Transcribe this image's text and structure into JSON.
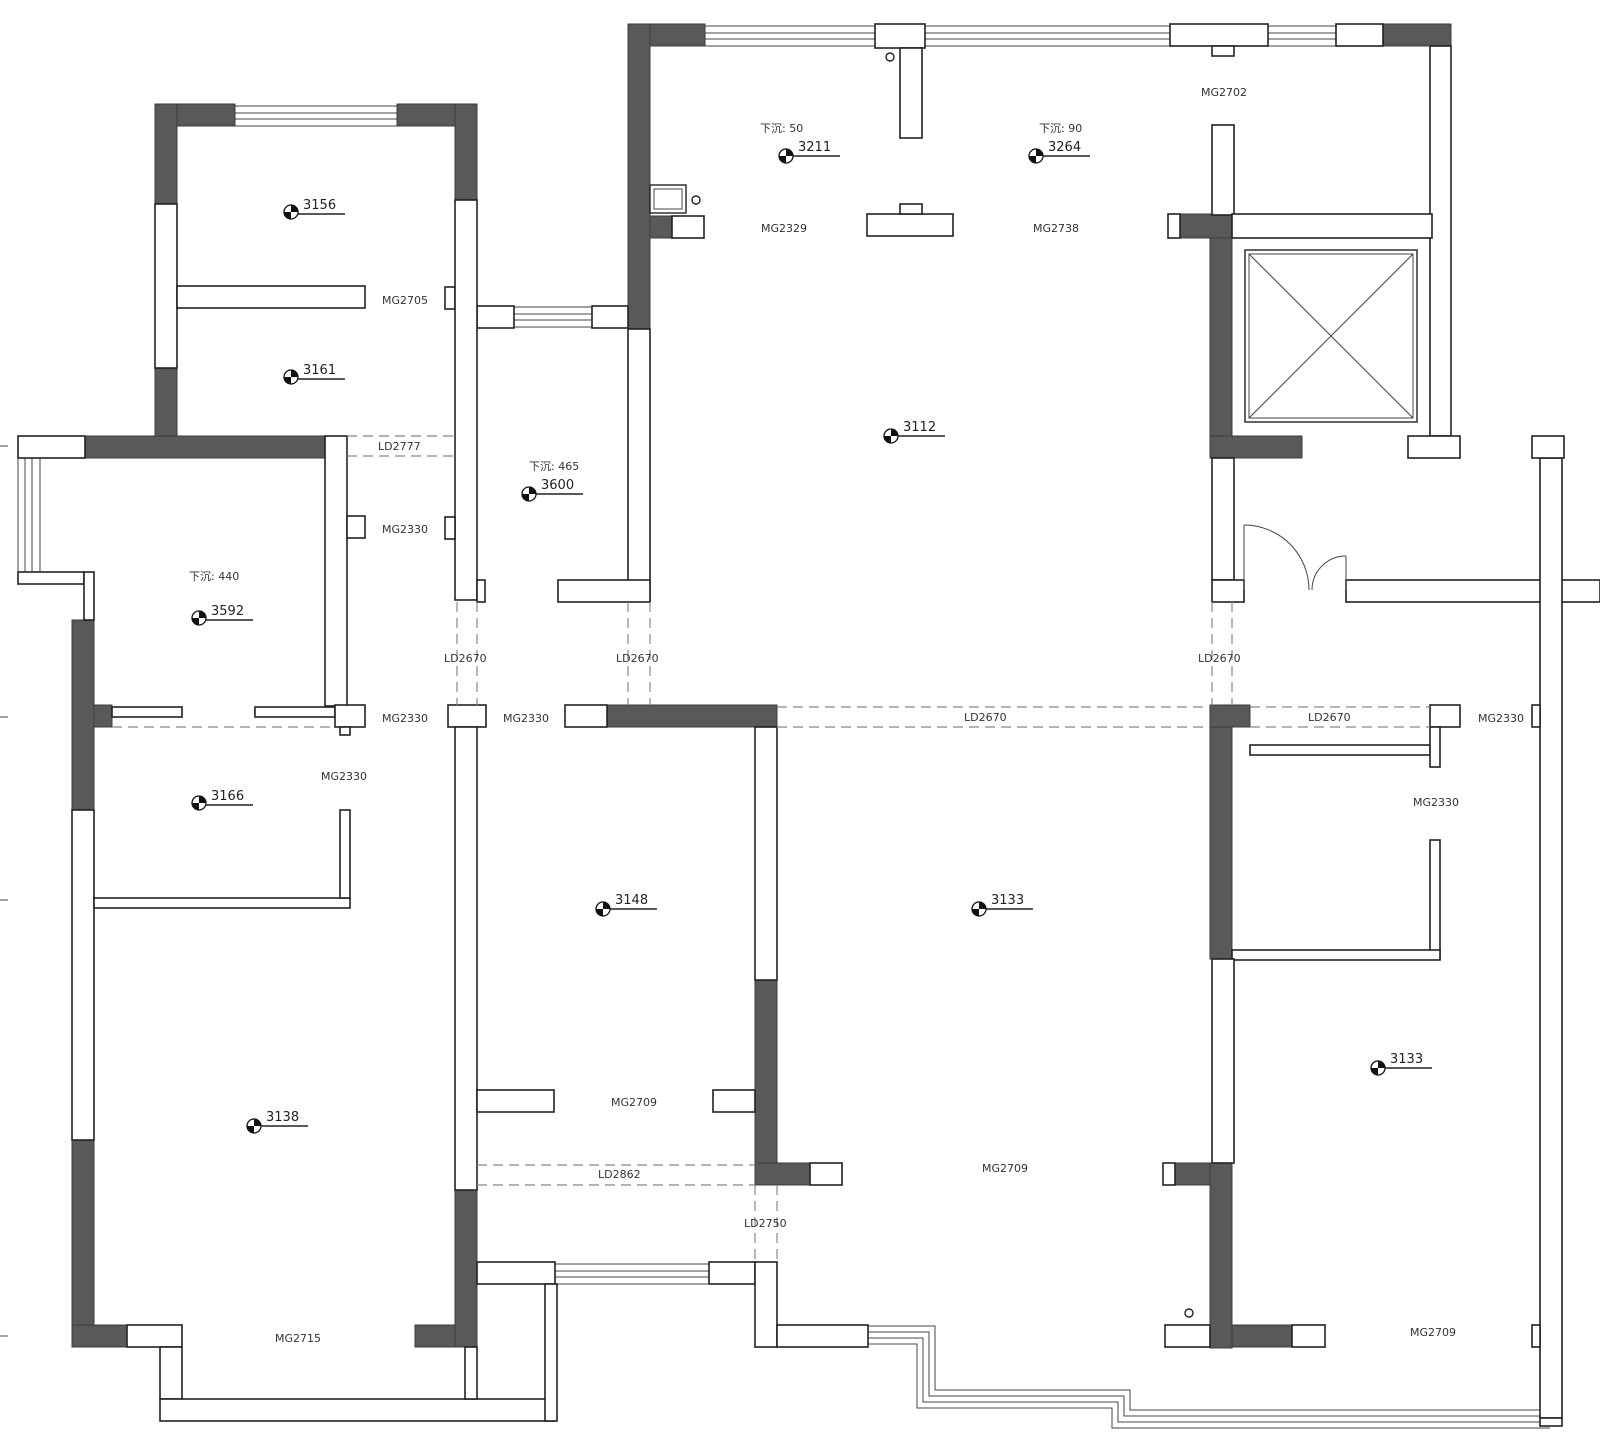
{
  "elevation_markers": [
    {
      "id": "e3156",
      "value": "3156"
    },
    {
      "id": "e3161",
      "value": "3161"
    },
    {
      "id": "e3600",
      "value": "3600"
    },
    {
      "id": "e3592",
      "value": "3592"
    },
    {
      "id": "e3166",
      "value": "3166"
    },
    {
      "id": "e3138",
      "value": "3138"
    },
    {
      "id": "e3148",
      "value": "3148"
    },
    {
      "id": "e3211",
      "value": "3211"
    },
    {
      "id": "e3264",
      "value": "3264"
    },
    {
      "id": "e3112",
      "value": "3112"
    },
    {
      "id": "e3133a",
      "value": "3133"
    },
    {
      "id": "e3133b",
      "value": "3133"
    }
  ],
  "sink_notes": [
    {
      "id": "n50",
      "text": "下沉: 50"
    },
    {
      "id": "n90",
      "text": "下沉: 90"
    },
    {
      "id": "n465",
      "text": "下沉: 465"
    },
    {
      "id": "n440",
      "text": "下沉: 440"
    }
  ],
  "opening_labels": [
    {
      "id": "l01",
      "text": "MG2702"
    },
    {
      "id": "l02",
      "text": "MG2329"
    },
    {
      "id": "l03",
      "text": "MG2738"
    },
    {
      "id": "l04",
      "text": "MG2705"
    },
    {
      "id": "l05",
      "text": "LD2777"
    },
    {
      "id": "l06",
      "text": "MG2330"
    },
    {
      "id": "l07",
      "text": "LD2670"
    },
    {
      "id": "l08",
      "text": "LD2670"
    },
    {
      "id": "l09",
      "text": "LD2670"
    },
    {
      "id": "l10",
      "text": "MG2330"
    },
    {
      "id": "l11",
      "text": "MG2330"
    },
    {
      "id": "l12",
      "text": "LD2670"
    },
    {
      "id": "l13",
      "text": "LD2670"
    },
    {
      "id": "l14",
      "text": "MG2330"
    },
    {
      "id": "l15",
      "text": "MG2330"
    },
    {
      "id": "l16",
      "text": "MG2330"
    },
    {
      "id": "l17",
      "text": "MG2709"
    },
    {
      "id": "l18",
      "text": "LD2862"
    },
    {
      "id": "l19",
      "text": "LD2750"
    },
    {
      "id": "l20",
      "text": "MG2709"
    },
    {
      "id": "l21",
      "text": "MG2715"
    },
    {
      "id": "l22",
      "text": "MG2709"
    }
  ]
}
